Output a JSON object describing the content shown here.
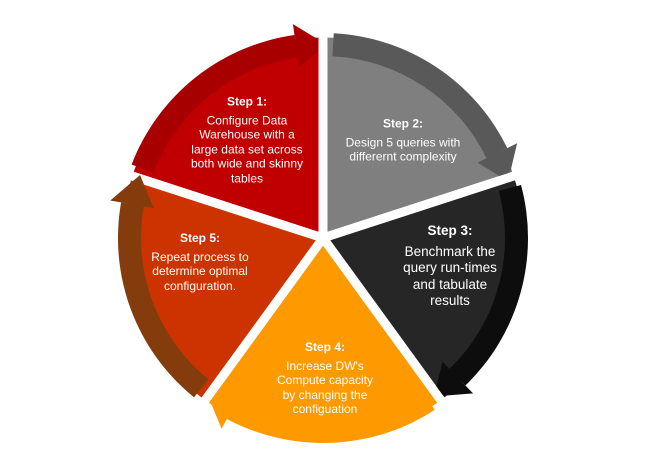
{
  "steps": [
    {
      "title": "Step 1:",
      "body": [
        "Configure Data",
        "Warehouse with a",
        "large data set across",
        "both wide and skinny",
        "tables"
      ],
      "fill": "#c00000",
      "band": "#a80000"
    },
    {
      "title": "Step 2:",
      "body": [
        "Design 5 queries with",
        "differernt complexity"
      ],
      "fill": "#7f7f7f",
      "band": "#595959"
    },
    {
      "title": "Step 3:",
      "body": [
        "Benchmark the",
        "query run-times",
        "and tabulate",
        "results"
      ],
      "fill": "#262626",
      "band": "#0d0d0d"
    },
    {
      "title": "Step 4:",
      "body": [
        "Increase DW's",
        "Compute capacity",
        "by changing the",
        "configuation"
      ],
      "fill": "#ff9900",
      "band": "#ff9900"
    },
    {
      "title": "Step 5:",
      "body": [
        "Repeat process to",
        "determine optimal",
        "configuration."
      ],
      "fill": "#cc3300",
      "band": "#843c0c"
    }
  ]
}
